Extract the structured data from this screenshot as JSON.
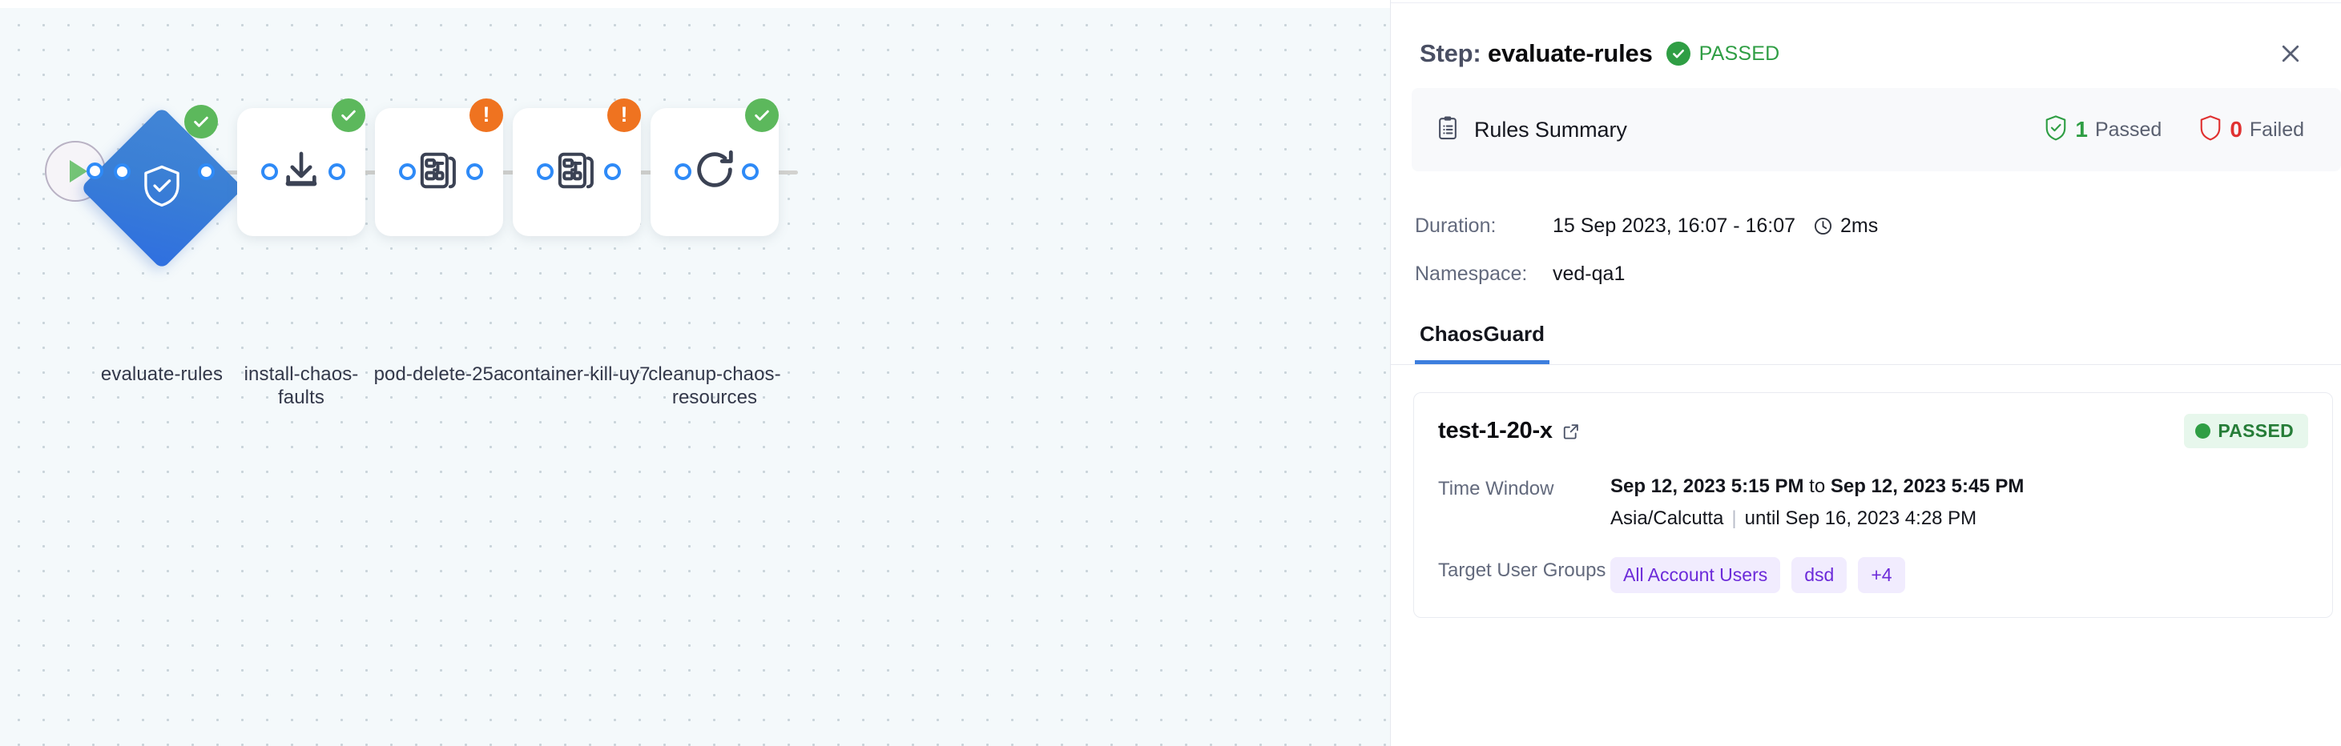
{
  "canvas": {
    "start_node": {
      "icon": "play-icon"
    },
    "nodes": [
      {
        "label": "evaluate-rules",
        "icon": "shield-check-icon",
        "shape": "diamond",
        "badge": "passed",
        "selected": true
      },
      {
        "label": "install-chaos-faults",
        "icon": "download-icon",
        "shape": "box",
        "badge": "passed"
      },
      {
        "label": "pod-delete-25a",
        "icon": "chaos-fault-icon",
        "shape": "box",
        "badge": "warning"
      },
      {
        "label": "container-kill-uy7",
        "icon": "chaos-fault-icon",
        "shape": "box",
        "badge": "warning"
      },
      {
        "label": "cleanup-chaos-resources",
        "icon": "refresh-icon",
        "shape": "box",
        "badge": "passed"
      }
    ]
  },
  "panel": {
    "title_prefix": "Step:",
    "step_name": "evaluate-rules",
    "status": "PASSED",
    "close_label": "✕",
    "rules_summary": {
      "title": "Rules Summary",
      "passed_count": "1",
      "passed_label": "Passed",
      "failed_count": "0",
      "failed_label": "Failed"
    },
    "meta": {
      "duration_key": "Duration:",
      "duration_value": "15 Sep 2023, 16:07 - 16:07",
      "duration_elapsed": "2ms",
      "namespace_key": "Namespace:",
      "namespace_value": "ved-qa1"
    },
    "tabs": [
      {
        "label": "ChaosGuard",
        "active": true
      }
    ],
    "result": {
      "name": "test-1-20-x",
      "status_badge": "PASSED",
      "time_window_key": "Time Window",
      "time_window_start": "Sep 12, 2023 5:15 PM",
      "time_window_join": " to ",
      "time_window_end": "Sep 12, 2023 5:45 PM",
      "timezone": "Asia/Calcutta",
      "until_text": "until Sep 16, 2023 4:28 PM",
      "target_groups_key": "Target User Groups",
      "target_groups": [
        "All Account Users",
        "dsd",
        "+4"
      ]
    }
  },
  "colors": {
    "accent_blue": "#3d7ede",
    "pass_green": "#2f9e44",
    "fail_red": "#e03131",
    "warn_orange": "#ef7320",
    "chip_purple": "#6c2bd9",
    "canvas_bg": "#f4f9fb"
  }
}
